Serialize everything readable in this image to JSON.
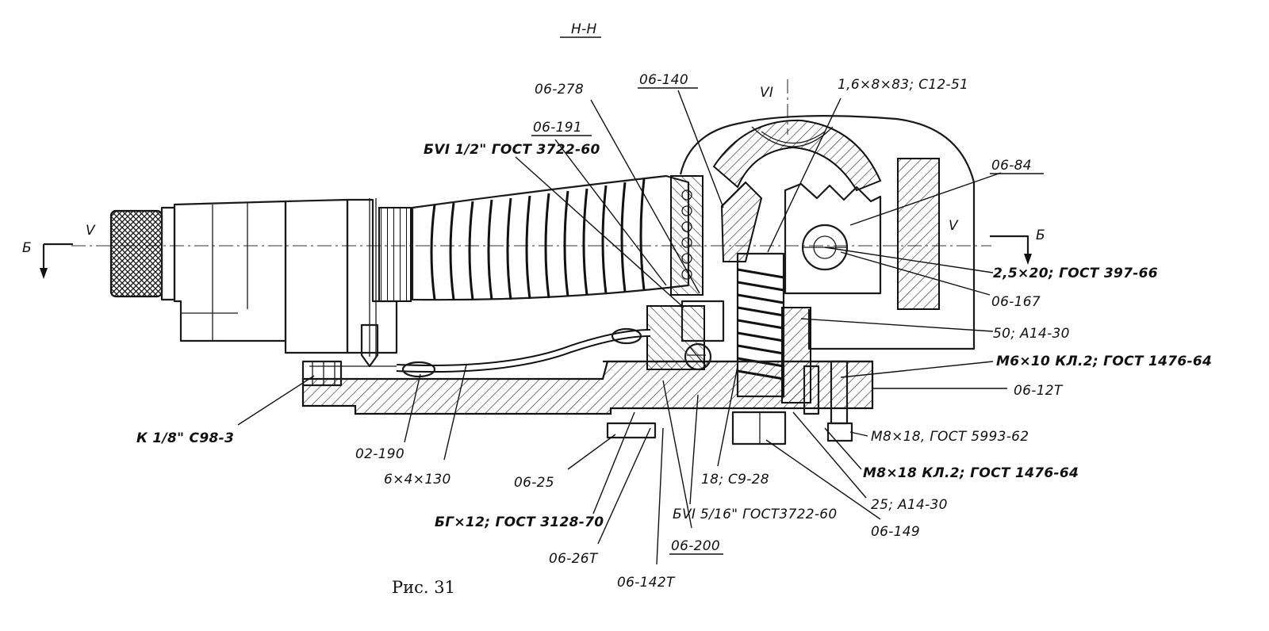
{
  "section_title": "Н-Н",
  "caption": "Рис. 31",
  "section_marks": {
    "left_letter": "Б",
    "right_letter": "Б",
    "left_roman": "V",
    "right_roman": "V",
    "top_roman": "VI"
  },
  "labels": {
    "p06_278": "06-278",
    "p06_140": "06-140",
    "pin_1_6": "1,6×8×83; C12-51",
    "p06_191": "06-191",
    "bvi_1_2": "БVI 1/2\" ГОСТ 3722-60",
    "p06_84": "06-84",
    "pin_2_5": "2,5×20; ГОСТ 397-66",
    "p06_167": "06-167",
    "p50_a14": "50; A14-30",
    "m6x10": "М6×10 КЛ.2; ГОСТ 1476-64",
    "p06_12t": "06-12Т",
    "m8x18_5993": "М8×18, ГОСТ 5993-62",
    "m8x18_1476": "М8×18 КЛ.2; ГОСТ 1476-64",
    "k_1_8": "К 1/8\" С98-3",
    "p02_190": "02-190",
    "tube_6x4": "6×4×130",
    "p06_25": "06-25",
    "p18_c9": "18; С9-28",
    "p25_a14": "25; A14-30",
    "p06_149": "06-149",
    "bvi_5_16": "БVI 5/16\" ГОСТ3722-60",
    "bg12": "БГ×12; ГОСТ 3128-70",
    "p06_200": "06-200",
    "p06_26t": "06-26Т",
    "p06_142t": "06-142Т"
  }
}
